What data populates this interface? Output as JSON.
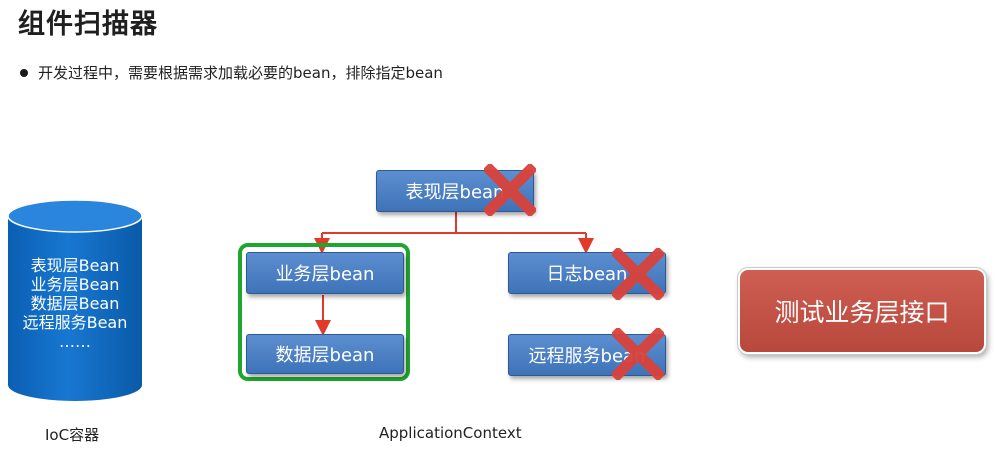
{
  "title": "组件扫描器",
  "bullet": "开发过程中，需要根据需求加载必要的bean，排除指定bean",
  "ioc": {
    "lines": [
      "表现层Bean",
      "业务层Bean",
      "数据层Bean",
      "远程服务Bean",
      "……"
    ],
    "caption": "IoC容器"
  },
  "context": {
    "caption": "ApplicationContext",
    "nodes": {
      "presentation": "表现层bean",
      "service": "业务层bean",
      "dao": "数据层bean",
      "log": "日志bean",
      "remote": "远程服务bean"
    }
  },
  "test_box": "测试业务层接口",
  "colors": {
    "box_blue": "#4a7fc2",
    "cylinder_blue": "#0f6cc4",
    "arrow_red": "#e23a2a",
    "cross_red": "#d9423b",
    "frame_green": "#1fa62e",
    "test_red": "#c4544a"
  },
  "icons": {
    "excluded_marker": "red-x-icon",
    "bullet": "bullet-dot-icon"
  }
}
